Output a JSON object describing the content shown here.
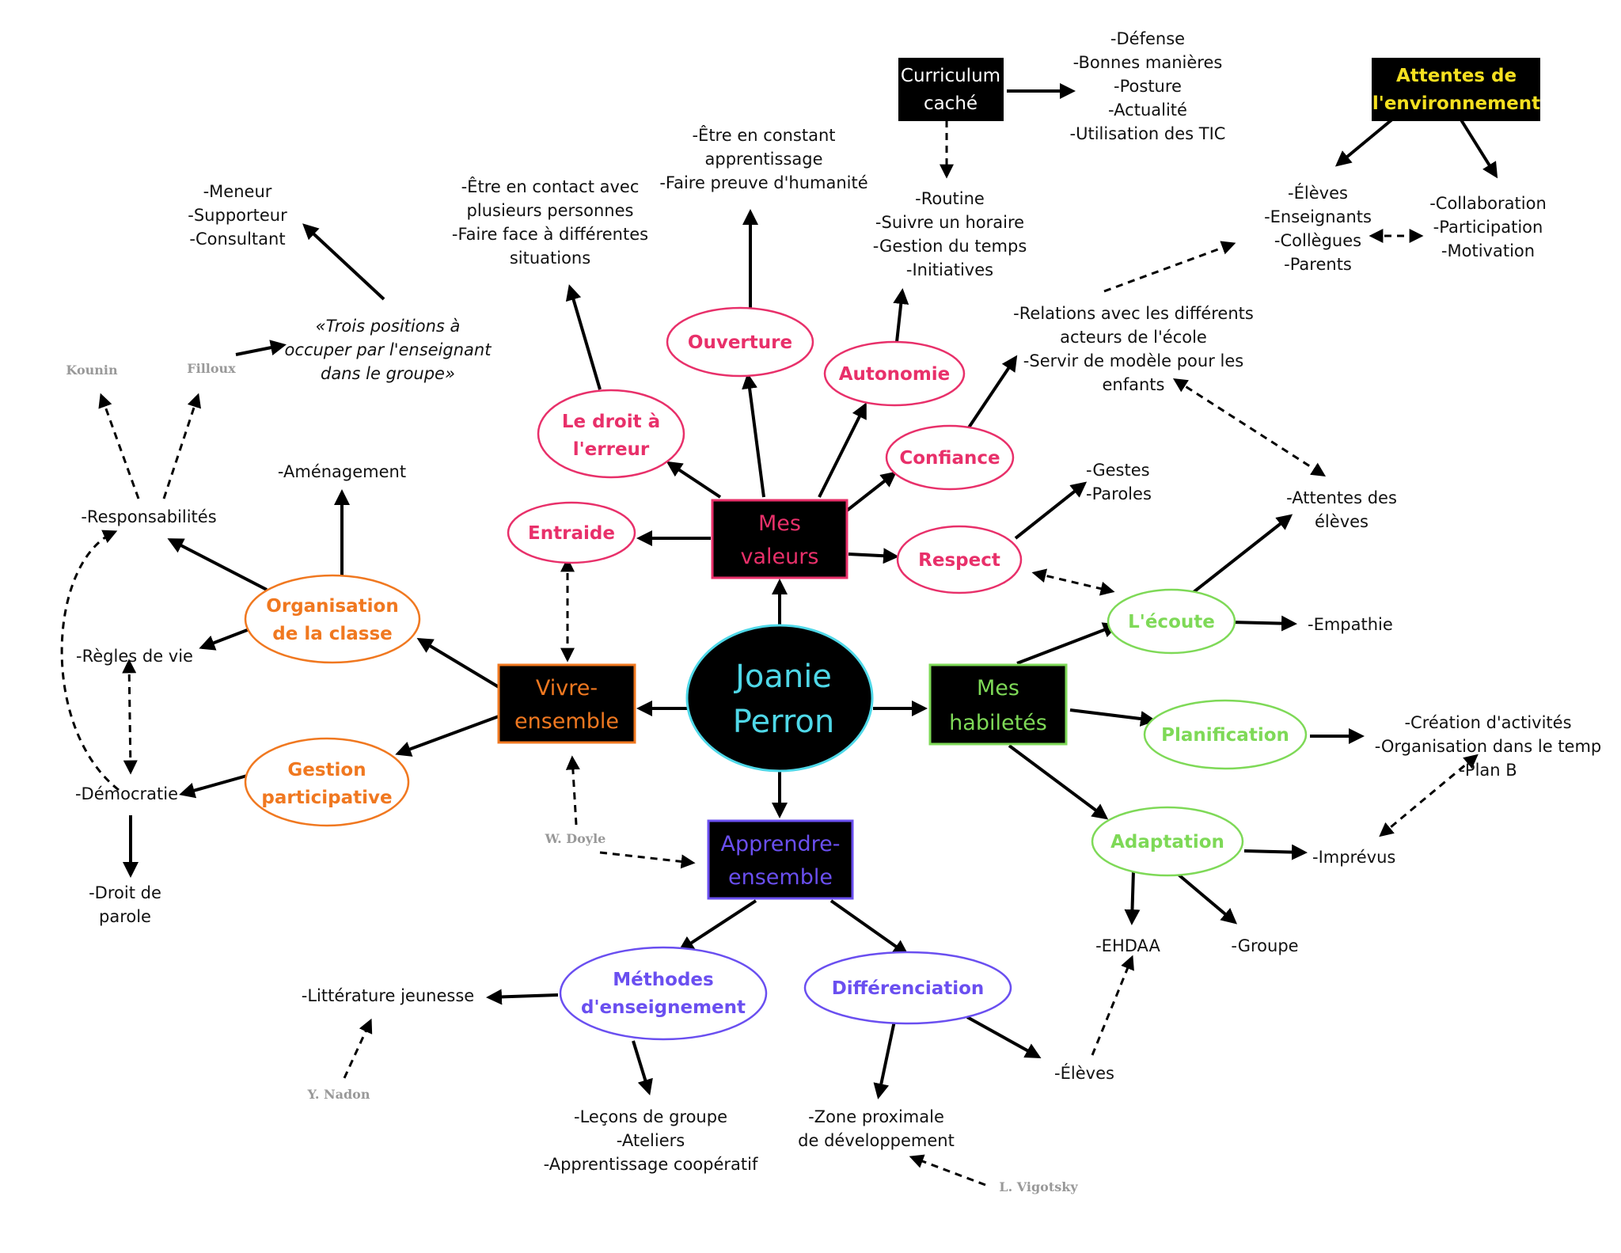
{
  "colors": {
    "black": "#000000",
    "orange": "#f07820",
    "pink": "#e8306a",
    "green": "#7ed957",
    "purple": "#6a4ff0",
    "center_text": "#4fd8e8",
    "attentes_text": "#f5e020",
    "curriculum_text": "#ffffff",
    "author_gray": "#999999"
  },
  "center": {
    "line1": "Joanie",
    "line2": "Perron"
  },
  "boxes": {
    "valeurs": {
      "line1": "Mes",
      "line2": "valeurs"
    },
    "vivre": {
      "line1": "Vivre-",
      "line2": "ensemble"
    },
    "habiletes": {
      "line1": "Mes",
      "line2": "habiletés"
    },
    "apprendre": {
      "line1": "Apprendre-",
      "line2": "ensemble"
    },
    "curriculum": {
      "line1": "Curriculum",
      "line2": "caché"
    },
    "attentes": {
      "line1": "Attentes de",
      "line2": "l'environnement"
    }
  },
  "clouds": {
    "droit": {
      "line1": "Le droit à",
      "line2": "l'erreur"
    },
    "ouverture": {
      "line1": "Ouverture"
    },
    "autonomie": {
      "line1": "Autonomie"
    },
    "confiance": {
      "line1": "Confiance"
    },
    "entraide": {
      "line1": "Entraide"
    },
    "respect": {
      "line1": "Respect"
    },
    "organisation": {
      "line1": "Organisation",
      "line2": "de la classe"
    },
    "gestion": {
      "line1": "Gestion",
      "line2": "participative"
    },
    "ecoute": {
      "line1": "L'écoute"
    },
    "planification": {
      "line1": "Planification"
    },
    "adaptation": {
      "line1": "Adaptation"
    },
    "methodes": {
      "line1": "Méthodes",
      "line2": "d'enseignement"
    },
    "differenciation": {
      "line1": "Différenciation"
    }
  },
  "leaves": {
    "positions": [
      "-Meneur",
      "-Supporteur",
      "-Consultant"
    ],
    "trois_positions": [
      "«Trois positions à",
      "occuper par l'enseignant",
      "dans le groupe»"
    ],
    "contact": [
      "-Être en contact avec",
      "plusieurs personnes",
      "-Faire face à différentes",
      "situations"
    ],
    "apprentissage": [
      "-Être en constant",
      "apprentissage",
      "-Faire preuve d'humanité"
    ],
    "curriculum_items": [
      "-Défense",
      "-Bonnes manières",
      "-Posture",
      "-Actualité",
      "-Utilisation des TIC"
    ],
    "routine": [
      "-Routine",
      "-Suivre un horaire",
      "-Gestion du temps",
      "-Initiatives"
    ],
    "relations": [
      "-Relations avec les différents",
      "acteurs de l'école",
      "-Servir de modèle pour les",
      "enfants"
    ],
    "acteurs": [
      "-Élèves",
      "-Enseignants",
      "-Collègues",
      "-Parents"
    ],
    "collaboration": [
      "-Collaboration",
      "-Participation",
      "-Motivation"
    ],
    "gestes": [
      "-Gestes",
      "-Paroles"
    ],
    "attentes_eleves": [
      "-Attentes des",
      "élèves"
    ],
    "empathie": "-Empathie",
    "creation": [
      "-Création d'activités",
      "-Organisation dans le temp",
      "-Plan B"
    ],
    "imprevus": "-Imprévus",
    "ehdaa": "-EHDAA",
    "groupe": "-Groupe",
    "eleves_diff": "-Élèves",
    "zone": [
      "-Zone proximale",
      "de développement"
    ],
    "lecons": [
      "-Leçons de groupe",
      "-Ateliers",
      "-Apprentissage coopératif"
    ],
    "litterature": "-Littérature jeunesse",
    "amenagement": "-Aménagement",
    "responsabilites": "-Responsabilités",
    "regles": "-Règles de vie",
    "democratie": "-Démocratie",
    "droit_parole": [
      "-Droit de",
      "parole"
    ]
  },
  "authors": {
    "kounin": "Kounin",
    "filloux": "Filloux",
    "doyle": "W. Doyle",
    "nadon": "Y. Nadon",
    "vigotsky": "L. Vigotsky"
  }
}
